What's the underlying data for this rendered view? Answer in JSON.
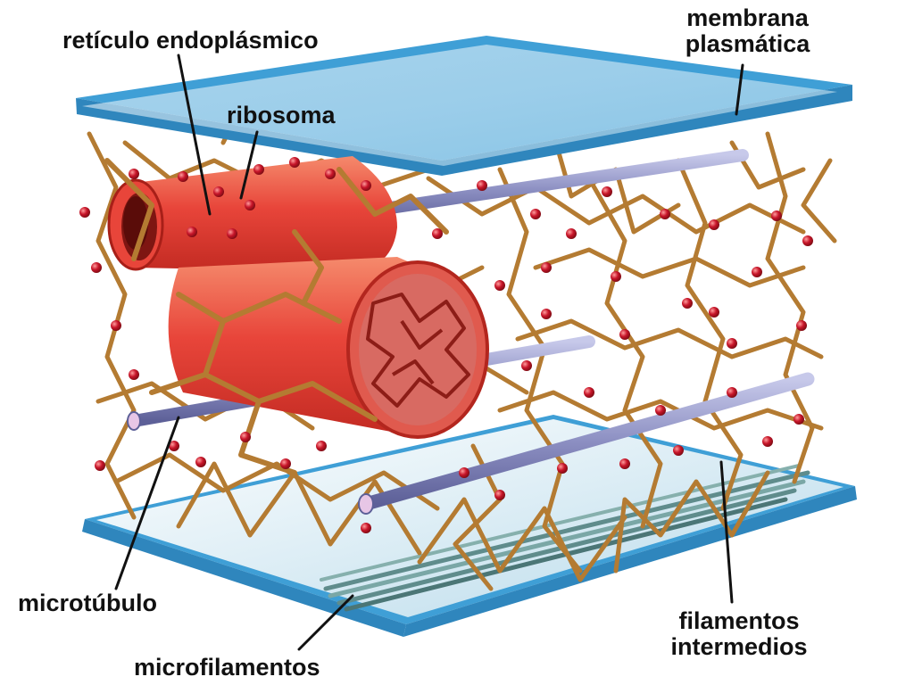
{
  "diagram": {
    "labels": {
      "reticulo_endoplasmico": "retículo endoplásmico",
      "ribosoma": "ribosoma",
      "membrana_line1": "membrana",
      "membrana_line2": "plasmática",
      "microtubulo": "microtúbulo",
      "microfilamentos": "microfilamentos",
      "filamentos_line1": "filamentos",
      "filamentos_line2": "intermedios"
    },
    "colors": {
      "membrane_top": "#3f9fd6",
      "membrane_bottom": "#3f9fd6",
      "membrane_inner": "#dbeff8",
      "intermediate_filaments": "#b47b32",
      "reticulum": "#e8453a",
      "ribosome": "#b8121e",
      "microtubule": "#8c8fc2",
      "microfilament": "#5f8c8c"
    }
  }
}
